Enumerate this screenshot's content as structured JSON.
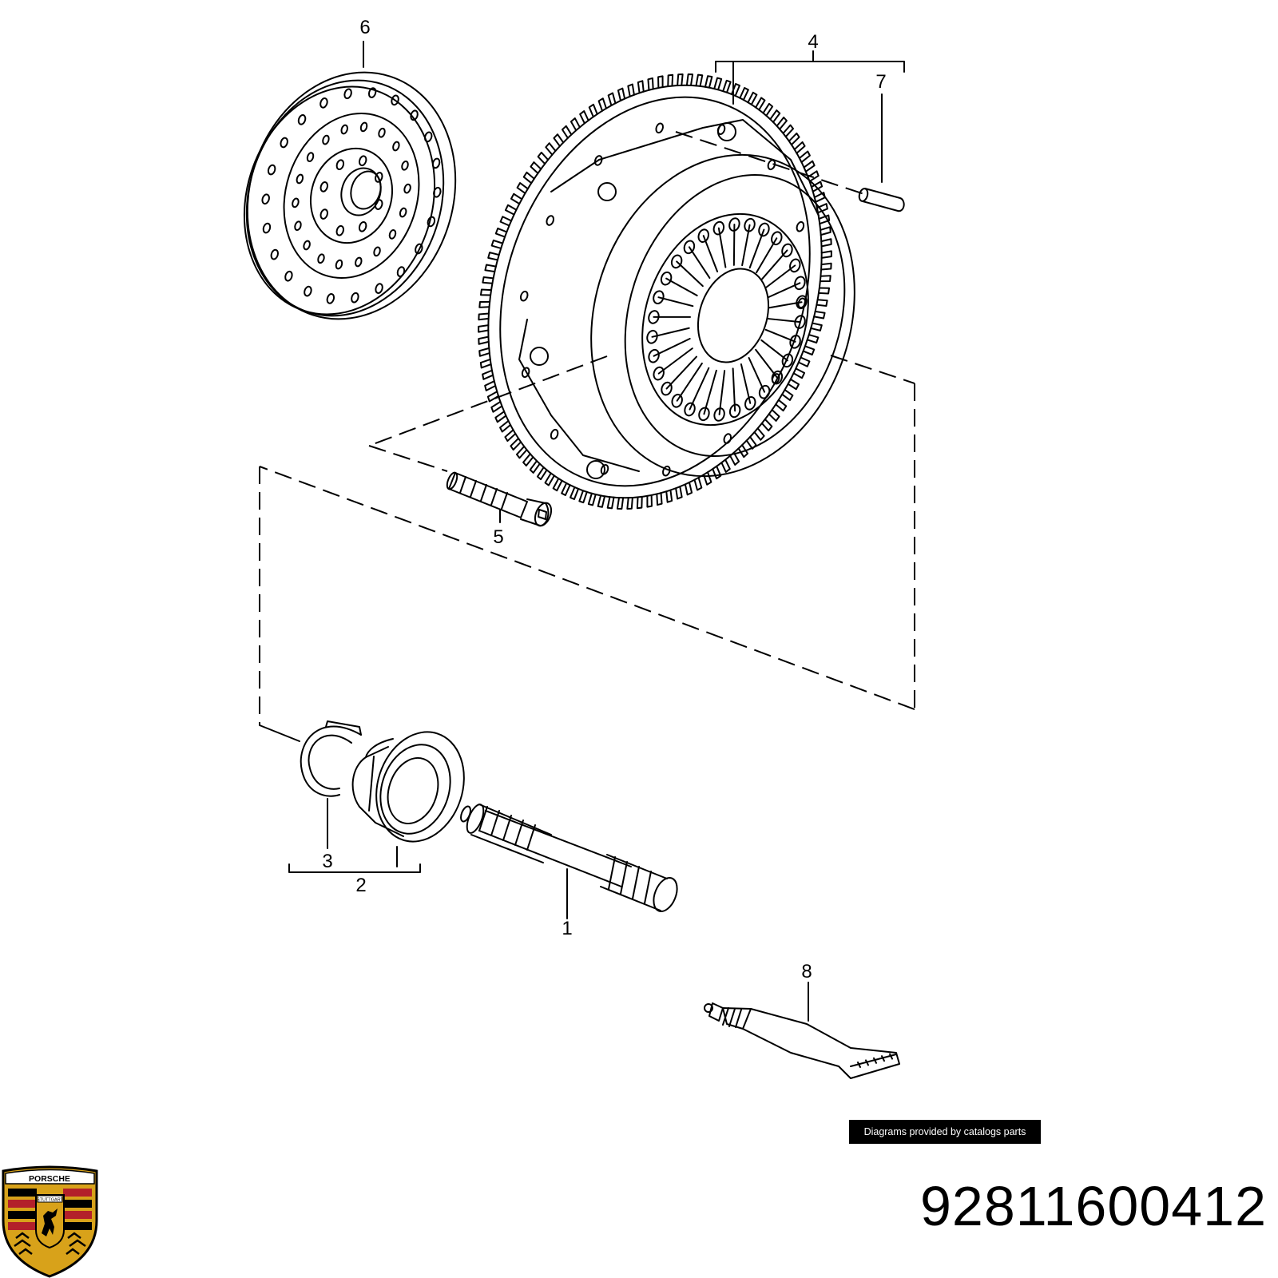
{
  "callouts": {
    "c1": "1",
    "c2": "2",
    "c3": "3",
    "c4": "4",
    "c5": "5",
    "c6": "6",
    "c7": "7",
    "c8": "8"
  },
  "credit": "Diagrams provided by catalogs parts",
  "part_number": "92811600412",
  "logo": {
    "icon": "porsche-crest-icon",
    "wordmark": "PORSCHE",
    "city": "STUTTGART"
  },
  "colors": {
    "line": "#000000",
    "background": "#ffffff",
    "crest_gold": "#d8a21a",
    "crest_red": "#b3202a"
  }
}
